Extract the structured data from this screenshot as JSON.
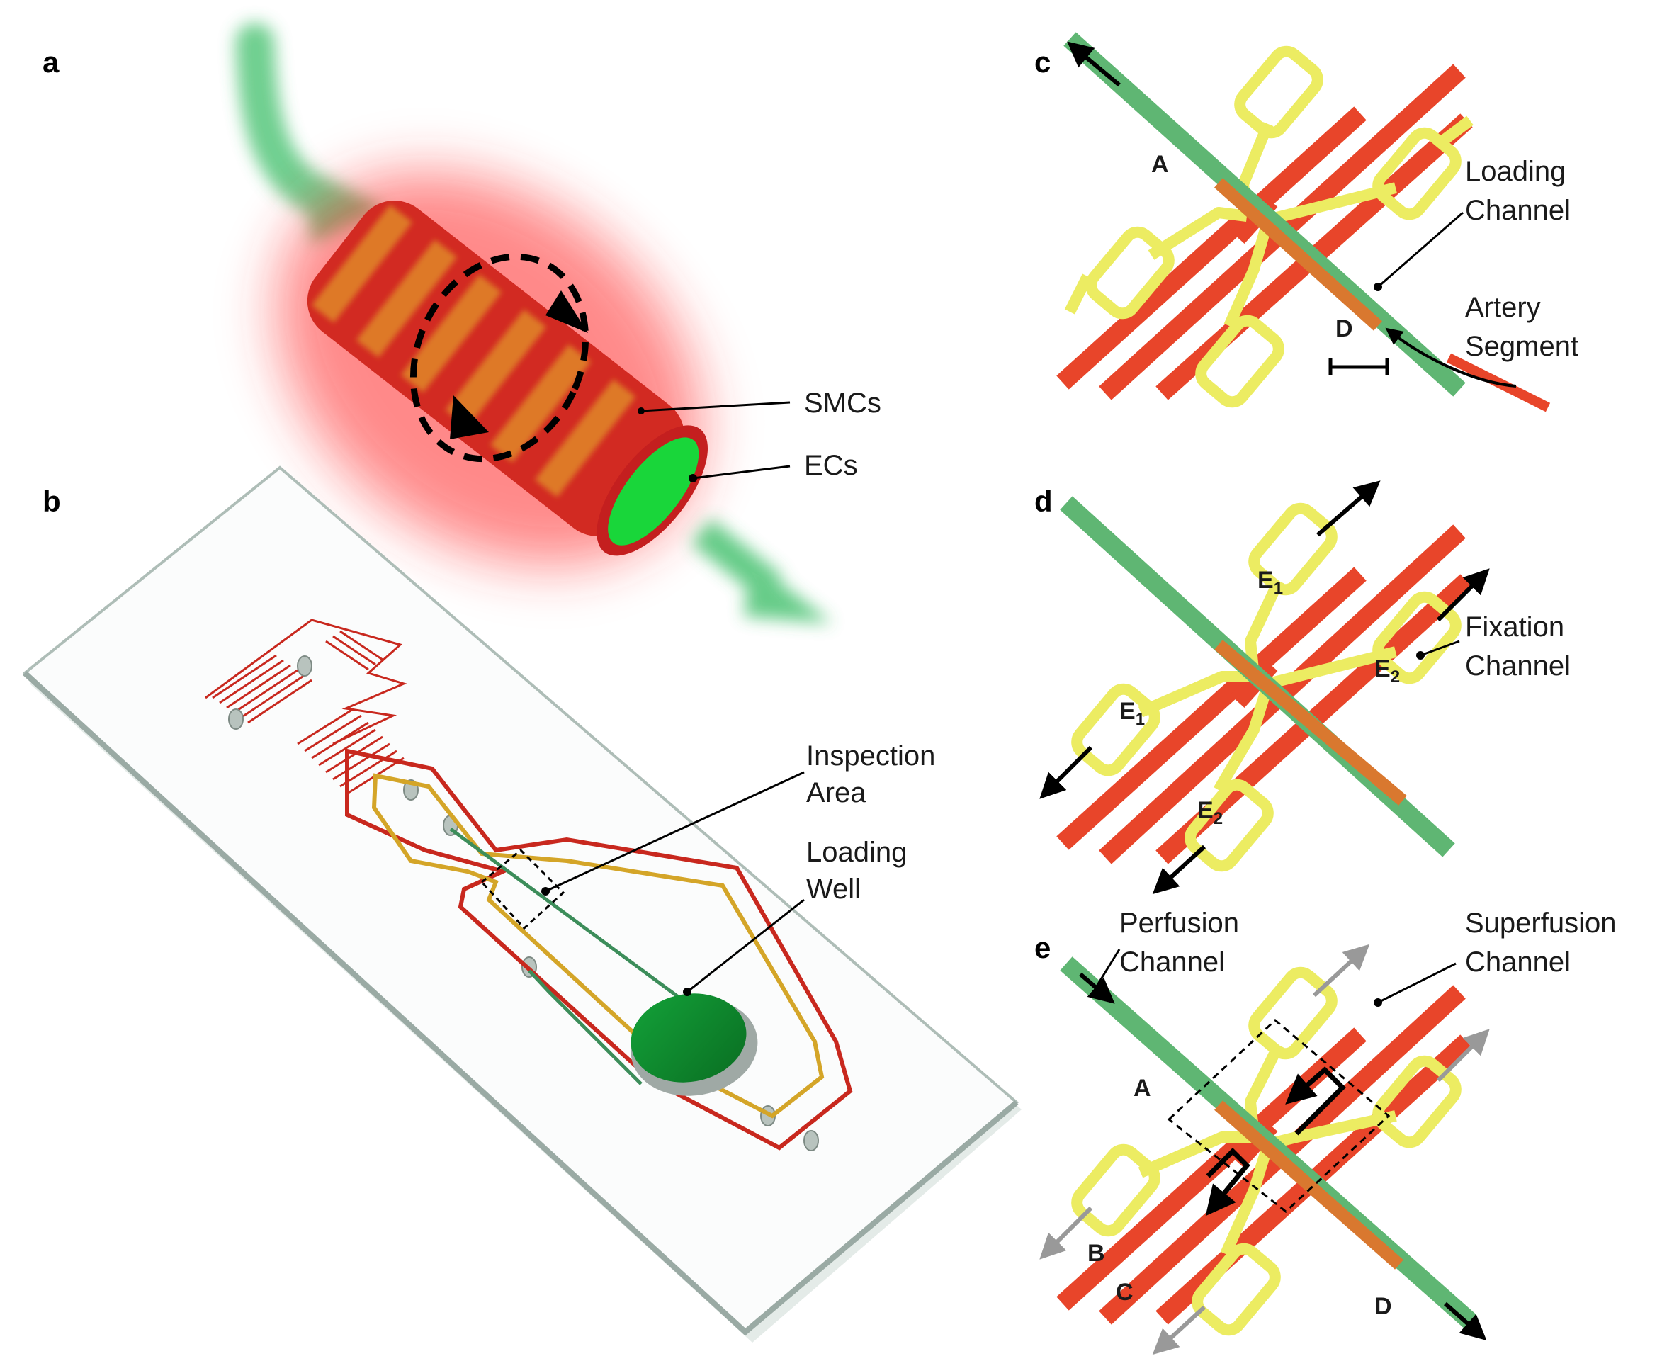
{
  "panels": {
    "a": {
      "label": "a",
      "callouts": [
        "SMCs",
        "ECs"
      ]
    },
    "b": {
      "label": "b",
      "inspection": [
        "Inspection",
        "Area"
      ],
      "loading_well": [
        "Loading",
        "Well"
      ]
    },
    "c": {
      "label": "c",
      "letter_A": "A",
      "letter_D": "D",
      "loading_channel": [
        "Loading",
        "Channel"
      ],
      "artery_segment": [
        "Artery",
        "Segment"
      ]
    },
    "d": {
      "label": "d",
      "e_letter": "E",
      "sub_1": "1",
      "sub_2": "2",
      "fixation_channel": [
        "Fixation",
        "Channel"
      ]
    },
    "e": {
      "label": "e",
      "perfusion_channel": [
        "Perfusion",
        "Channel"
      ],
      "superfusion_channel": [
        "Superfusion",
        "Channel"
      ],
      "letter_A": "A",
      "letter_B": "B",
      "letter_C": "C",
      "letter_D": "D"
    }
  },
  "colors": {
    "perfusion_green": "#5fb673",
    "superfusion_red": "#e8452a",
    "fixation_yellow": "#ecec62",
    "artery_orange": "#d9782f",
    "device_red": "#c8281e",
    "device_gold": "#d4a528",
    "well_green": "#0f8e2f"
  }
}
